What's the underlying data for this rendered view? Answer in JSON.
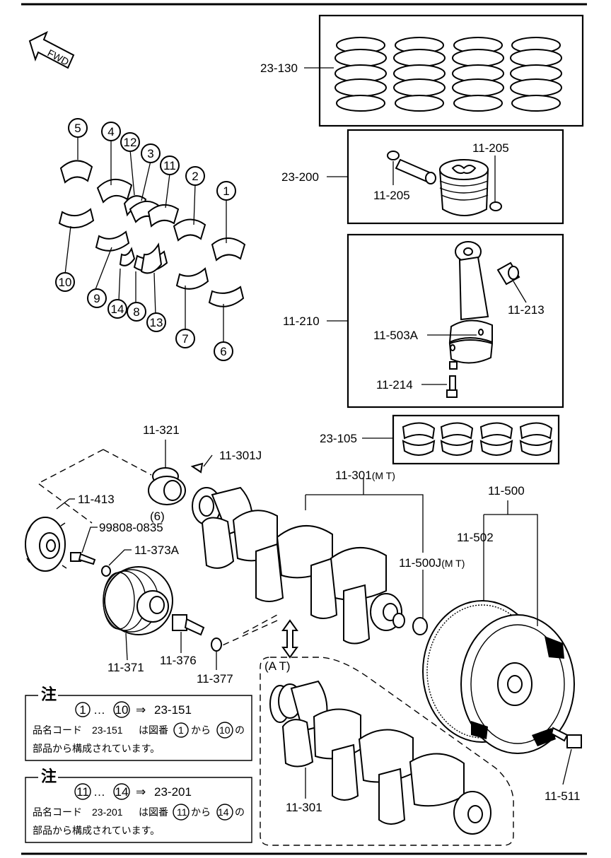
{
  "arrow": {
    "label": "FWD"
  },
  "bearing_numbers": [
    "1",
    "2",
    "3",
    "4",
    "5",
    "6",
    "7",
    "8",
    "9",
    "10",
    "11",
    "12",
    "13",
    "14"
  ],
  "parts": {
    "piston_rings": "23-130",
    "piston_assy": "23-200",
    "piston_pin_clip_a": "11-205",
    "piston_pin_clip_b": "11-205",
    "conrod_assy": "11-210",
    "conrod_bushing": "11-213",
    "conrod_dowel": "11-503A",
    "conrod_bolt": "11-214",
    "conrod_bearing_set": "23-105",
    "crank_sprocket": "11-321",
    "crank_key": "11-301J",
    "crankshaft_mt": "11-301",
    "crankshaft_mt_suffix": "(M T)",
    "flywheel": "11-500",
    "sensor_plate": "11-413",
    "pulley_bolt": "99808-0835",
    "qty_6": "(6)",
    "washer": "11-373A",
    "pilot_bearing": "11-500J",
    "pilot_bearing_suffix": "(M T)",
    "ring_gear": "11-502",
    "crank_pulley": "11-371",
    "pulley_lock_bolt": "11-376",
    "pulley_washer": "11-377",
    "flywheel_bolt": "11-511",
    "crankshaft_at": "11-301",
    "at_label": "(A T)"
  },
  "notes": [
    {
      "title": "注",
      "range_from": "1",
      "range_to": "10",
      "dots": "…",
      "arrow": "⇒",
      "code": "23-151",
      "line2_prefix": "品名コード",
      "line2_code": "23-151",
      "line2_mid": "は図番",
      "line2_from": "1",
      "line2_kara": "から",
      "line2_to": "10",
      "line2_no": "の",
      "line3": "部品から構成されています。"
    },
    {
      "title": "注",
      "range_from": "11",
      "range_to": "14",
      "dots": "…",
      "arrow": "⇒",
      "code": "23-201",
      "line2_prefix": "品名コード",
      "line2_code": "23-201",
      "line2_mid": "は図番",
      "line2_from": "11",
      "line2_kara": "から",
      "line2_to": "14",
      "line2_no": "の",
      "line3": "部品から構成されています。"
    }
  ]
}
